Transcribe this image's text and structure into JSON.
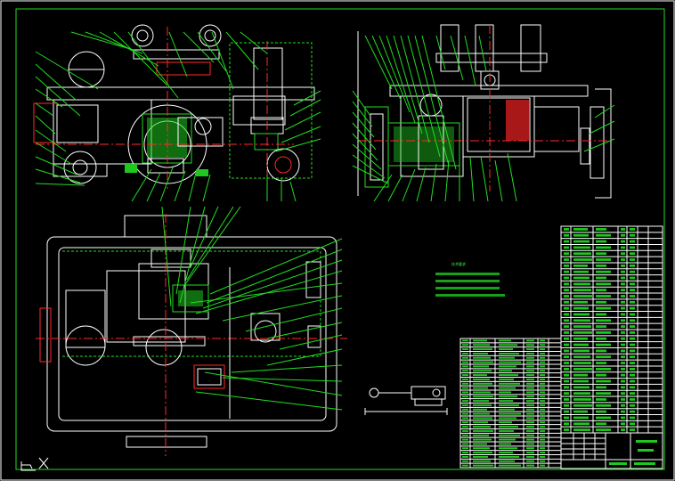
{
  "colors": {
    "background": "#000000",
    "frame": "#ffffff",
    "outline": "#ffffff",
    "leader": "#22dd22",
    "centerline": "#ff2a2a",
    "hatch": "#1ec81e"
  },
  "icons": {
    "ucs": "ucs-axis-icon"
  },
  "notes": {
    "title": "技术要求",
    "lines": [
      "",
      "",
      "",
      ""
    ]
  },
  "title_block": {
    "drawing_name": "",
    "scale": "",
    "sheet": ""
  },
  "bom": {
    "upper_rows": 34,
    "lower_rows": 30
  }
}
